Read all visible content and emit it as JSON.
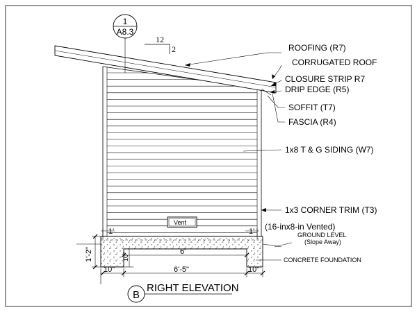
{
  "detail_callout": {
    "number": "1",
    "sheet": "A8.3"
  },
  "roof_slope": {
    "run": "12",
    "rise": "2"
  },
  "callouts": {
    "roofing": "ROOFING (R7)",
    "corrugated_roof": "CORRUGATED ROOF",
    "closure_strip": "CLOSURE STRIP R7",
    "drip_edge": "DRIP EDGE (R5)",
    "soffit": "SOFFIT (T7)",
    "fascia": "FASCIA (R4)",
    "siding": "1x8 T & G SIDING (W7)",
    "corner_trim": "1x3 CORNER TRIM (T3)",
    "vent_note": "(16-inx8-in Vented)",
    "ground_level": "GROUND LEVEL",
    "ground_slope": "(Slope Away)",
    "foundation": "CONCRETE FOUNDATION"
  },
  "vent_label": "Vent",
  "dimensions": {
    "left_trim": "1'",
    "right_trim": "1'",
    "footing_height": "1'-2\"",
    "footing_inner": "10\"",
    "inner_span": "6'",
    "left_footing_width": "10\"",
    "overall_span": "6'-5\"",
    "right_footing_width": "10\""
  },
  "title": {
    "marker": "B",
    "text": "RIGHT ELEVATION"
  }
}
